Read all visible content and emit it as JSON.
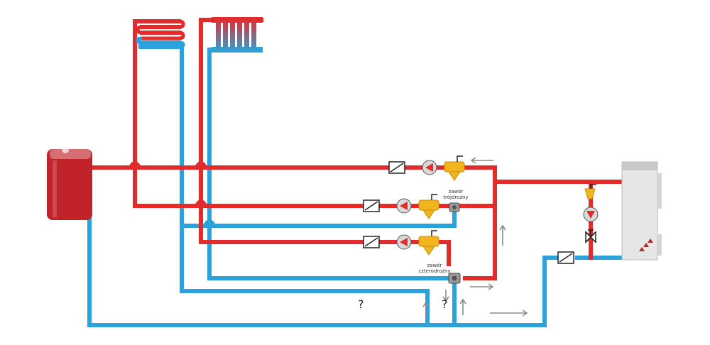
{
  "colors": {
    "hot_pipe": "#e32b2b",
    "cold_pipe": "#2aa3dc",
    "arrow": "#8c8c8c",
    "pump_fill": "#d9d9d9",
    "pump_impeller": "#e32b2b",
    "separator": "#f2b51d",
    "tank": "#c0232a",
    "boiler": "#e6e6e6"
  },
  "labels": {
    "three_way_valve_line1": "zawór",
    "three_way_valve_line2": "trójdrożny",
    "four_way_valve_line1": "zawór",
    "four_way_valve_line2": "czterodrożny",
    "question_mark_1": "?",
    "question_mark_2": "?"
  },
  "icons": {
    "tank": "buffer-tank-icon",
    "boiler": "boiler-icon",
    "underfloor": "underfloor-heating-coil-icon",
    "radiator": "radiator-icon",
    "pump": "circulation-pump-icon",
    "check_valve": "check-valve-icon",
    "separator": "dirt-separator-icon",
    "ball_valve": "ball-valve-icon",
    "three_way_valve": "three-way-valve-icon",
    "four_way_valve": "four-way-valve-icon"
  }
}
